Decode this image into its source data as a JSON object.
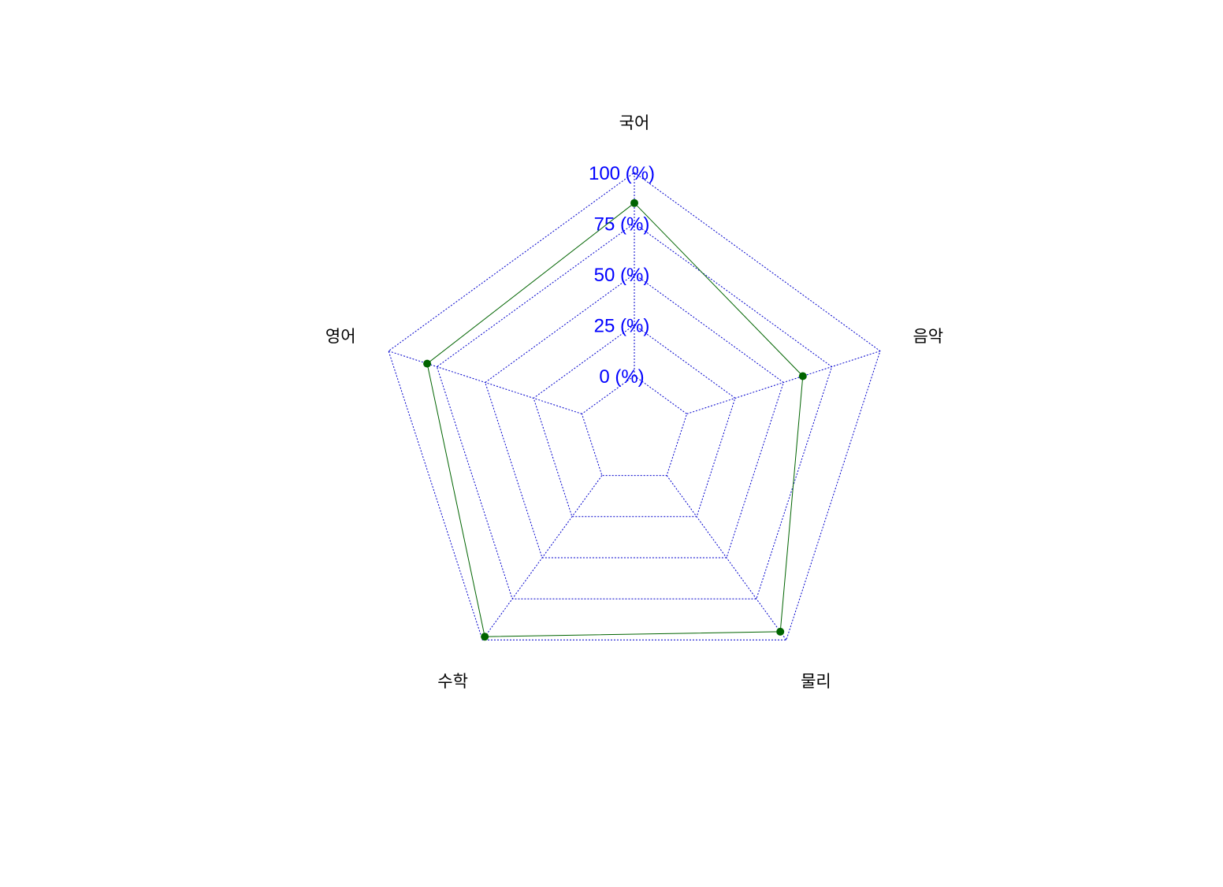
{
  "chart_data": {
    "type": "radar",
    "categories": [
      "국어",
      "음악",
      "물리",
      "수학",
      "영어"
    ],
    "series": [
      {
        "values": [
          85,
          60,
          95,
          98,
          80
        ]
      }
    ],
    "rlim": [
      0,
      100
    ],
    "ticks": [
      0,
      25,
      50,
      75,
      100
    ],
    "tick_labels": [
      "0 (%)",
      "25 (%)",
      "50 (%)",
      "75 (%)",
      "100 (%)"
    ],
    "grid": true,
    "colors": {
      "grid": "#0000cc",
      "tick_label": "#0000ff",
      "series_line": "#006400",
      "series_point": "#006400",
      "axis_label": "#000000"
    }
  }
}
